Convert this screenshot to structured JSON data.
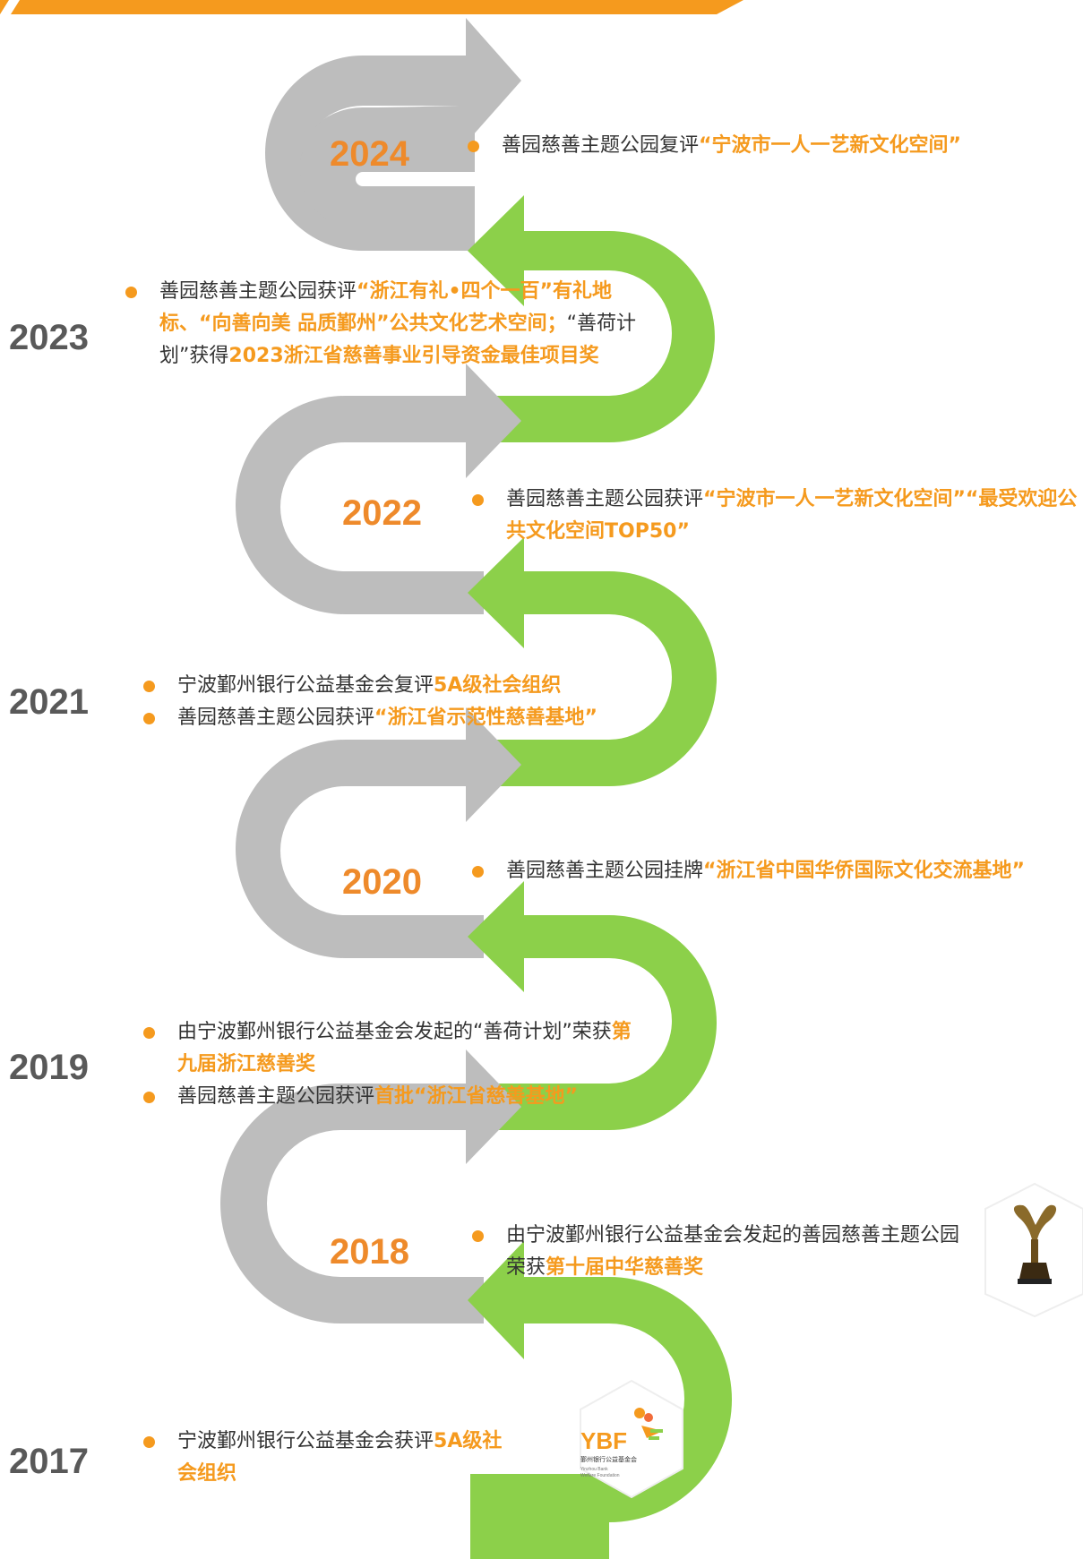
{
  "colors": {
    "accent": "#F59A1E",
    "year_orange": "#EE8A2B",
    "year_gray": "#595959",
    "green_arrow": "#8CD04A",
    "gray_arrow": "#BDBDBD"
  },
  "timeline": [
    {
      "year": "2024",
      "items": [
        [
          {
            "t": "善园慈善主题公园复评",
            "h": false
          },
          {
            "t": "“宁波市一人一艺新文化空间”",
            "h": true
          }
        ]
      ]
    },
    {
      "year": "2023",
      "items": [
        [
          {
            "t": "善园慈善主题公园获评",
            "h": false
          },
          {
            "t": "“浙江有礼•四个一百”有礼地标、“向善向美 品质鄞州”公共文化艺术空间；",
            "h": true
          },
          {
            "t": "“善荷计划”获得",
            "h": false
          },
          {
            "t": "2023浙江省慈善事业引导资金最佳项目奖",
            "h": true
          }
        ]
      ]
    },
    {
      "year": "2022",
      "items": [
        [
          {
            "t": "善园慈善主题公园获评",
            "h": false
          },
          {
            "t": "“宁波市一人一艺新文化空间”“最受欢迎公共文化空间TOP50”",
            "h": true
          }
        ]
      ]
    },
    {
      "year": "2021",
      "items": [
        [
          {
            "t": "宁波鄞州银行公益基金会复评",
            "h": false
          },
          {
            "t": "5A级社会组织",
            "h": true
          }
        ],
        [
          {
            "t": "善园慈善主题公园获评",
            "h": false
          },
          {
            "t": "“浙江省示范性慈善基地”",
            "h": true
          }
        ]
      ]
    },
    {
      "year": "2020",
      "items": [
        [
          {
            "t": "善园慈善主题公园挂牌",
            "h": false
          },
          {
            "t": "“浙江省中国华侨国际文化交流基地”",
            "h": true
          }
        ]
      ]
    },
    {
      "year": "2019",
      "items": [
        [
          {
            "t": "由宁波鄞州银行公益基金会发起的“善荷计划”荣获",
            "h": false
          },
          {
            "t": "第九届浙江慈善奖",
            "h": true
          }
        ],
        [
          {
            "t": "善园慈善主题公园获评",
            "h": false
          },
          {
            "t": "首批“浙江省慈善基地”",
            "h": true
          }
        ]
      ]
    },
    {
      "year": "2018",
      "items": [
        [
          {
            "t": "由宁波鄞州银行公益基金会发起的善园慈善主题公园荣获",
            "h": false
          },
          {
            "t": "第十届中华慈善奖",
            "h": true
          }
        ]
      ]
    },
    {
      "year": "2017",
      "items": [
        [
          {
            "t": "宁波鄞州银行公益基金会获评",
            "h": false
          },
          {
            "t": "5A级社会组织",
            "h": true
          }
        ]
      ]
    }
  ],
  "ybf_logo": {
    "title": "YBF",
    "cn": "鄞州银行公益基金会",
    "en1": "Yinzhou Bank",
    "en2": "Welfare Foundation"
  },
  "icons": {
    "trophy": "trophy-icon",
    "logo": "ybf-logo"
  }
}
